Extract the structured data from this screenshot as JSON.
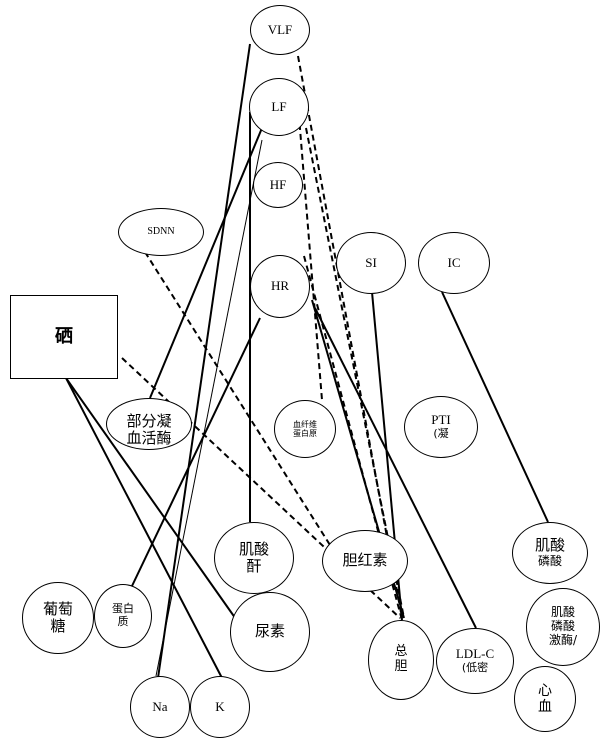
{
  "nodes": {
    "vlf": {
      "label": "VLF"
    },
    "lf": {
      "label": "LF"
    },
    "hf": {
      "label": "HF"
    },
    "hr": {
      "label": "HR"
    },
    "sdnn": {
      "label": "SDNN"
    },
    "si": {
      "label": "SI"
    },
    "ic": {
      "label": "IC"
    },
    "selenium": {
      "label": "硒"
    },
    "aptt": {
      "line1": "部分凝",
      "line2": "血活酶"
    },
    "fibrinogen": {
      "line1": "血纤维",
      "line2": "蛋白原"
    },
    "pti": {
      "line1": "PTI",
      "line2": "(凝"
    },
    "creatinine": {
      "line1": "肌酸",
      "line2": "酐"
    },
    "bilirubin": {
      "label": "胆红素"
    },
    "ck": {
      "line1": "肌酸",
      "line2": "磷酸"
    },
    "ckmb": {
      "line1": "肌酸",
      "line2": "磷酸",
      "line3": "激酶/"
    },
    "glucose": {
      "line1": "葡萄",
      "line2": "糖"
    },
    "protein": {
      "line1": "蛋白",
      "line2": "质"
    },
    "urea": {
      "label": "尿素"
    },
    "tc": {
      "line1": "总",
      "line2": "胆"
    },
    "ldl": {
      "line1": "LDL-C",
      "line2": "(低密"
    },
    "heart": {
      "line1": "心",
      "line2": "血"
    },
    "na": {
      "label": "Na"
    },
    "k": {
      "label": "K"
    }
  },
  "edges": [
    {
      "from": "vlf",
      "to": "na",
      "style": "solid"
    },
    {
      "from": "vlf",
      "to": "tc",
      "style": "dashed"
    },
    {
      "from": "lf",
      "to": "aptt",
      "style": "solid"
    },
    {
      "from": "lf",
      "to": "na",
      "style": "solid"
    },
    {
      "from": "lf",
      "to": "fibrinogen",
      "style": "dashed"
    },
    {
      "from": "lf",
      "to": "tc",
      "style": "dashed"
    },
    {
      "from": "hf",
      "to": "creatinine",
      "style": "solid"
    },
    {
      "from": "hr",
      "to": "protein",
      "style": "solid"
    },
    {
      "from": "hr",
      "to": "tc",
      "style": "solid"
    },
    {
      "from": "hr",
      "to": "ldl",
      "style": "solid"
    },
    {
      "from": "sdnn",
      "to": "bilirubin",
      "style": "dashed"
    },
    {
      "from": "si",
      "to": "tc",
      "style": "solid"
    },
    {
      "from": "si",
      "to": "hr",
      "style": "dashed"
    },
    {
      "from": "ic",
      "to": "ck",
      "style": "solid"
    },
    {
      "from": "selenium",
      "to": "urea",
      "style": "solid"
    },
    {
      "from": "selenium",
      "to": "k",
      "style": "solid"
    },
    {
      "from": "selenium",
      "to": "tc",
      "style": "dashed"
    }
  ]
}
